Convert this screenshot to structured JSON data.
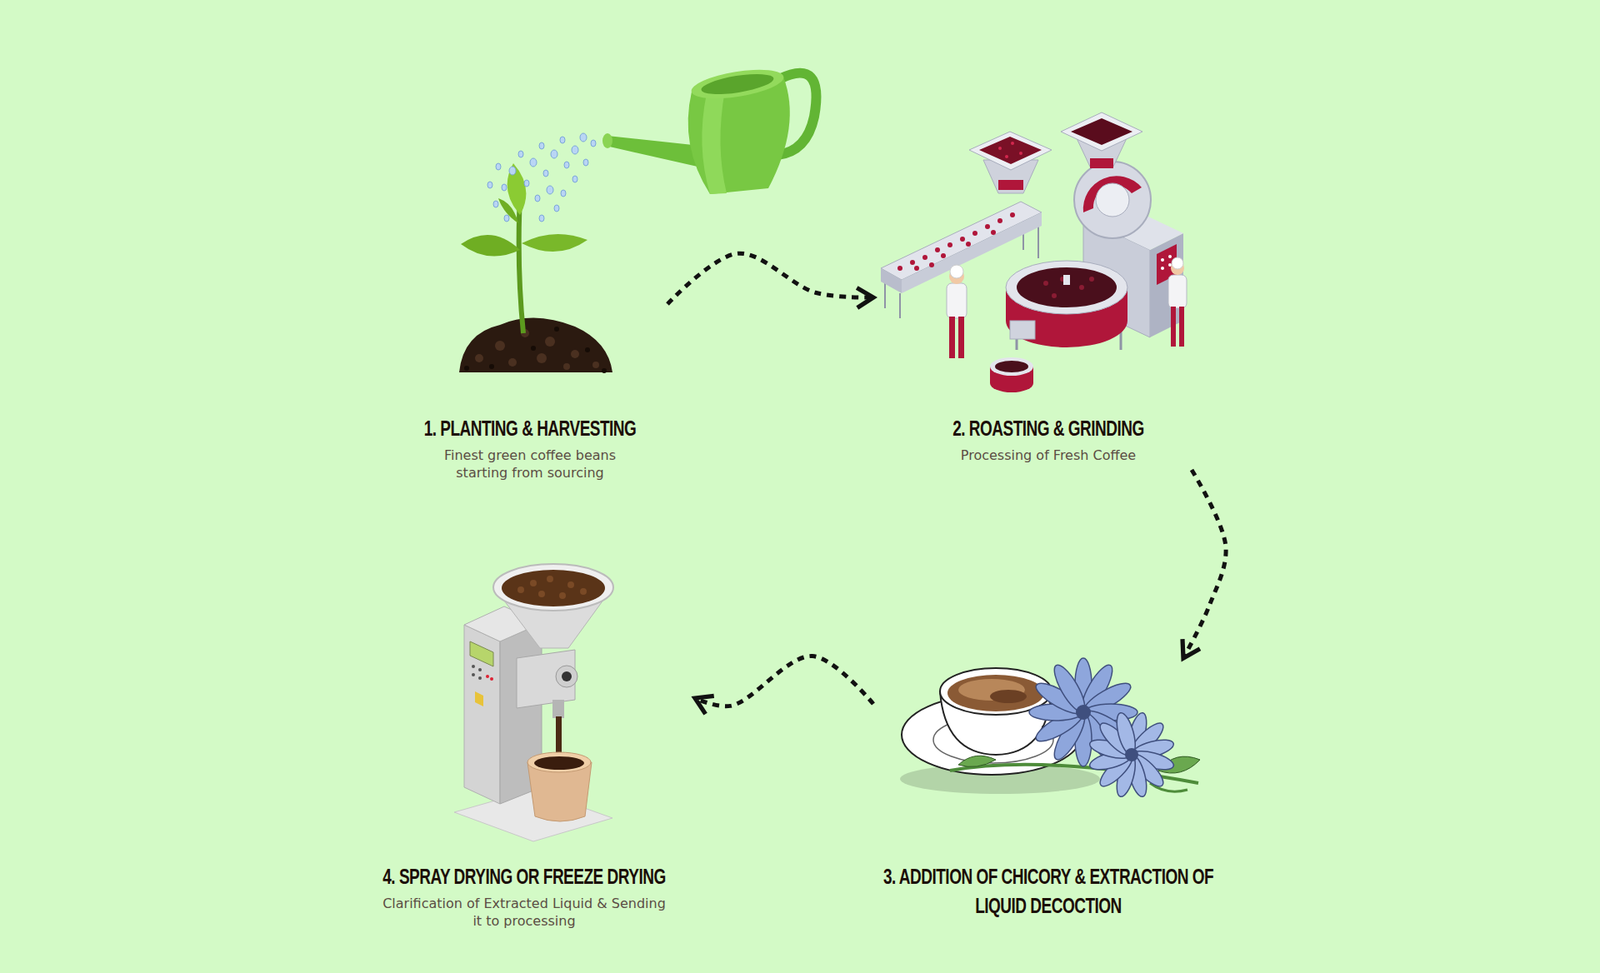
{
  "diagram": {
    "nodes": [
      {
        "text": [
          "1. PLANTING & HARVESTING",
          "Finest green coffee beans starting from sourcing"
        ]
      },
      {
        "text": [
          "2. ROASTING & GRINDING",
          "Processing of Fresh Coffee"
        ]
      },
      {
        "text": [
          "3. ADDITION OF CHICORY & EXTRACTION OF LIQUID DECOCTION"
        ]
      },
      {
        "text": [
          "4. SPRAY DRYING OR FREEZE DRYING",
          "Clarification of Extracted Liquid & Sending it to processing"
        ]
      }
    ],
    "edges": [
      {
        "from": 0,
        "to": 1,
        "arrow": "to"
      },
      {
        "from": 1,
        "to": 2,
        "arrow": "to"
      },
      {
        "from": 2,
        "to": 3,
        "arrow": "to"
      }
    ]
  }
}
